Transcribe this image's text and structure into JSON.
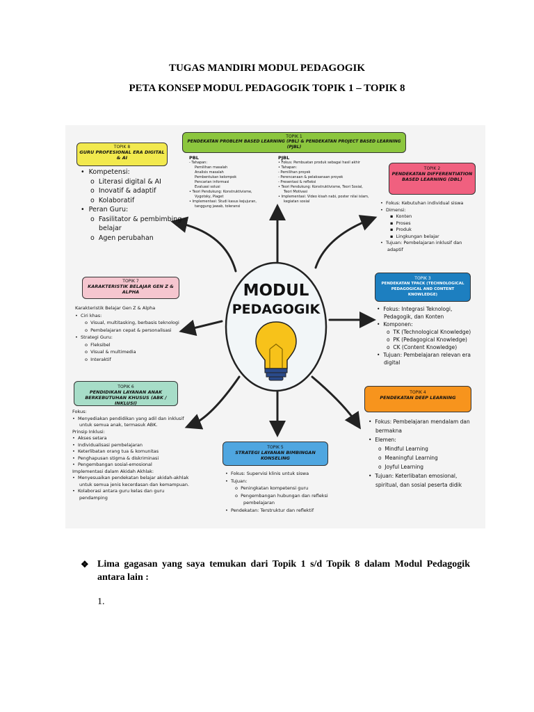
{
  "document": {
    "title1": "TUGAS MANDIRI MODUL PEDAGOGIK",
    "title2": "PETA KONSEP MODUL PEDAGOGIK TOPIK 1 – TOPIK 8",
    "paragraph": "Lima gagasan yang saya temukan dari Topik 1 s/d Topik 8 dalam Modul Pedagogik antara lain :",
    "numbered_item": "1."
  },
  "colors": {
    "topik1": "#8cc63e",
    "topik2": "#f0607f",
    "topik3": "#1d7fc0",
    "topik4": "#f7941d",
    "topik5": "#4fa6e0",
    "topik6": "#a7ddc8",
    "topik7": "#f5c6cf",
    "topik8": "#f2e94e",
    "bulb": "#f7c21a"
  },
  "map": {
    "center": {
      "line1": "MODUL",
      "line2": "PEDAGOGIK",
      "icon": "lightbulb-icon"
    },
    "topik1": {
      "label": "TOPIK 1",
      "title": "PENDEKATAN PROBLEM BASED LEARNING (PBL) & PENDEKATAN PROJECT BASED LEARNING (PJBL)",
      "pbl_head": "PBL",
      "pbl_lines": [
        "- Tahapan:",
        "Pemilihan masalah",
        "Analisis masalah",
        "Pembentukan kelompok",
        "Pencarian informasi",
        "Evaluasi solusi",
        "• Teori Pendukung: Konstruktivisme,",
        "Vygotsky, Piaget",
        "• Implementasi: Studi kasus kejujuran,",
        "tanggung jawab, toleransi"
      ],
      "pjbl_head": "PJBL",
      "pjbl_lines": [
        "• Fokus: Pembuatan produk sebagai hasil akhir",
        "• Tahapan:",
        "- Pemilihan proyek",
        "- Perencanaan & pelaksanaan proyek",
        "- Presentasi & refleksi",
        "• Teori Pendukung: Konstruktivisme, Teori Sosial,",
        "Teori Motivasi",
        "• Implementasi: Video kisah nabi, poster nilai islam,",
        "kegiatan sosial"
      ]
    },
    "topik2": {
      "label": "TOPIK 2",
      "title": "PENDEKATAN DIFFERENTIATION BASED LEARNING (DBL)",
      "lines": [
        {
          "t": "Fokus: Kebutuhan individual siswa",
          "k": "b1"
        },
        {
          "t": "Dimensi:",
          "k": "b1"
        },
        {
          "t": "Konten",
          "k": "b3"
        },
        {
          "t": "Proses",
          "k": "b3"
        },
        {
          "t": "Produk",
          "k": "b3"
        },
        {
          "t": "Lingkungan belajar",
          "k": "b3"
        },
        {
          "t": "Tujuan: Pembelajaran inklusif dan",
          "k": "b1"
        },
        {
          "t": "adaptif",
          "k": "ind"
        }
      ]
    },
    "topik3": {
      "label": "TOPIK 3",
      "title": "PENDEKATAN TPACK (TECHNOLOGICAL PEDAGOGICAL AND CONTENT KNOWLEDGE)",
      "lines": [
        {
          "t": "Fokus: Integrasi Teknologi,",
          "k": "b1"
        },
        {
          "t": "Pedagogik, dan Konten",
          "k": "ind"
        },
        {
          "t": "Komponen:",
          "k": "b1"
        },
        {
          "t": "TK (Technological Knowledge)",
          "k": "b2"
        },
        {
          "t": "PK (Pedagogical Knowledge)",
          "k": "b2"
        },
        {
          "t": "CK (Content Knowledge)",
          "k": "b2"
        },
        {
          "t": "Tujuan: Pembelajaran relevan era",
          "k": "b1"
        },
        {
          "t": "digital",
          "k": "ind"
        }
      ]
    },
    "topik4": {
      "label": "TOPIK 4",
      "title": "PENDEKATAN DEEP LEARNING",
      "lines": [
        {
          "t": "Fokus: Pembelajaran mendalam dan",
          "k": "b1"
        },
        {
          "t": "bermakna",
          "k": "ind"
        },
        {
          "t": "Elemen:",
          "k": "b1"
        },
        {
          "t": "Mindful Learning",
          "k": "b2"
        },
        {
          "t": "Meaningful Learning",
          "k": "b2"
        },
        {
          "t": "Joyful Learning",
          "k": "b2"
        },
        {
          "t": "Tujuan: Keterlibatan emosional,",
          "k": "b1"
        },
        {
          "t": "spiritual, dan sosial peserta didik",
          "k": "ind"
        }
      ]
    },
    "topik5": {
      "label": "TOPIK 5",
      "title": "STRATEGI LAYANAN BIMBINGAN KONSELING",
      "lines": [
        {
          "t": "Fokus: Supervisi klinis untuk siswa",
          "k": "b1"
        },
        {
          "t": "Tujuan:",
          "k": "b1"
        },
        {
          "t": "Peningkatan kompetensi guru",
          "k": "b2"
        },
        {
          "t": "Pengembangan hubungan dan refleksi",
          "k": "b2"
        },
        {
          "t": "pembelajaran",
          "k": "ind2x"
        },
        {
          "t": "Pendekatan: Terstruktur dan reflektif",
          "k": "b1"
        }
      ]
    },
    "topik6": {
      "label": "TOPIK 6",
      "title": "PENDIDIKAN LAYANAN ANAK BERKEBUTUHAN KHUSUS (ABK / INKLUSI)",
      "lines": [
        {
          "t": "Fokus:",
          "k": "plain"
        },
        {
          "t": "Menyediakan pendidikan yang adil dan inklusif",
          "k": "b1"
        },
        {
          "t": "untuk semua anak, termasuk ABK.",
          "k": "ind"
        },
        {
          "t": "Prinsip Inklusi:",
          "k": "plain"
        },
        {
          "t": "Akses setara",
          "k": "b1"
        },
        {
          "t": "Individualisasi pembelajaran",
          "k": "b1"
        },
        {
          "t": "Keterlibatan orang tua & komunitas",
          "k": "b1"
        },
        {
          "t": "Penghapusan stigma & diskriminasi",
          "k": "b1"
        },
        {
          "t": "Pengembangan sosial-emosional",
          "k": "b1"
        },
        {
          "t": "Implementasi dalam Akidah Akhlak:",
          "k": "plain"
        },
        {
          "t": "Menyesuaikan pendekatan belajar akidah-akhlak",
          "k": "b1"
        },
        {
          "t": "untuk semua jenis kecerdasan dan kemampuan.",
          "k": "ind"
        },
        {
          "t": "Kolaborasi antara guru kelas dan guru",
          "k": "b1"
        },
        {
          "t": "pendamping",
          "k": "ind"
        }
      ]
    },
    "topik7": {
      "label": "TOPIK 7",
      "title": "KARAKTERISTIK BELAJAR GEN Z & ALPHA",
      "lines": [
        {
          "t": "Karakteristik Belajar Gen Z & Alpha",
          "k": "plain"
        },
        {
          "t": "Ciri khas:",
          "k": "b1"
        },
        {
          "t": "Visual, multitasking, berbasis teknologi",
          "k": "b2"
        },
        {
          "t": "Pembelajaran cepat & personalisasi",
          "k": "b2"
        },
        {
          "t": "Strategi Guru:",
          "k": "b1"
        },
        {
          "t": "Fleksibel",
          "k": "b2"
        },
        {
          "t": "Visual & multimedia",
          "k": "b2"
        },
        {
          "t": "Interaktif",
          "k": "b2"
        }
      ]
    },
    "topik8": {
      "label": "TOPIK 8",
      "title": "GURU PROFESIONAL ERA DIGITAL & AI",
      "lines": [
        {
          "t": "Kompetensi:",
          "k": "b1"
        },
        {
          "t": "Literasi digital & AI",
          "k": "b2"
        },
        {
          "t": "Inovatif & adaptif",
          "k": "b2"
        },
        {
          "t": "Kolaboratif",
          "k": "b2"
        },
        {
          "t": "Peran Guru:",
          "k": "b1"
        },
        {
          "t": "Fasilitator & pembimbing",
          "k": "b2"
        },
        {
          "t": "belajar",
          "k": "ind2x"
        },
        {
          "t": "Agen perubahan",
          "k": "b2"
        }
      ]
    }
  }
}
